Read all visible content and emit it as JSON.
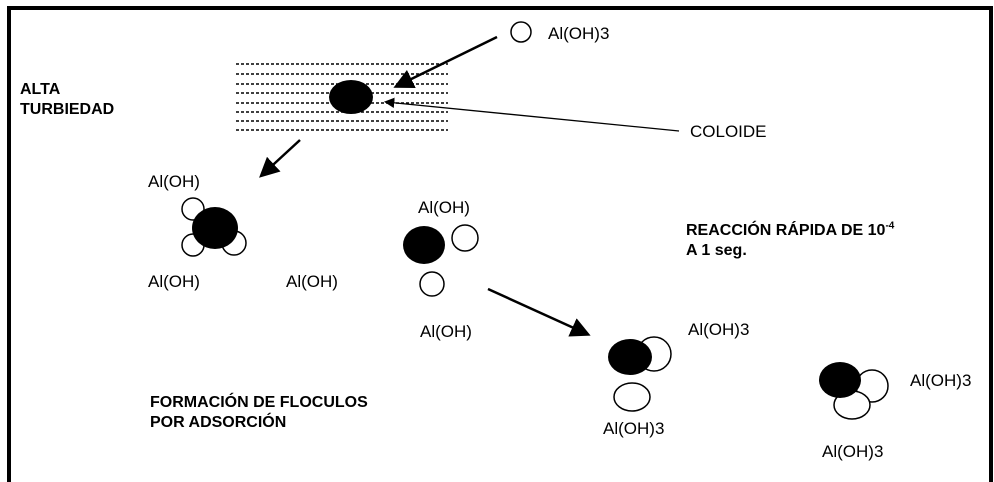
{
  "labels": {
    "top_reagent": "Al(OH)3",
    "high_turbidity_line1": "ALTA",
    "high_turbidity_line2": "TURBIEDAD",
    "colloid": "COLOIDE",
    "left_group_top": "Al(OH)",
    "left_group_bottom": "Al(OH)",
    "middle_left": "Al(OH)",
    "middle_group_top": "Al(OH)",
    "middle_group_bottom": "Al(OH)",
    "reaction_line1_main": "REACCIÓN RÁPIDA DE 10",
    "reaction_line1_exponent": "-4",
    "reaction_line2": "A 1 seg.",
    "floc_line1": "FORMACIÓN DE FLOCULOS",
    "floc_line2": "POR ADSORCIÓN",
    "product1_right": "Al(OH)3",
    "product1_bottom": "Al(OH)3",
    "product2_right": "Al(OH)3",
    "product2_bottom": "Al(OH)3"
  }
}
